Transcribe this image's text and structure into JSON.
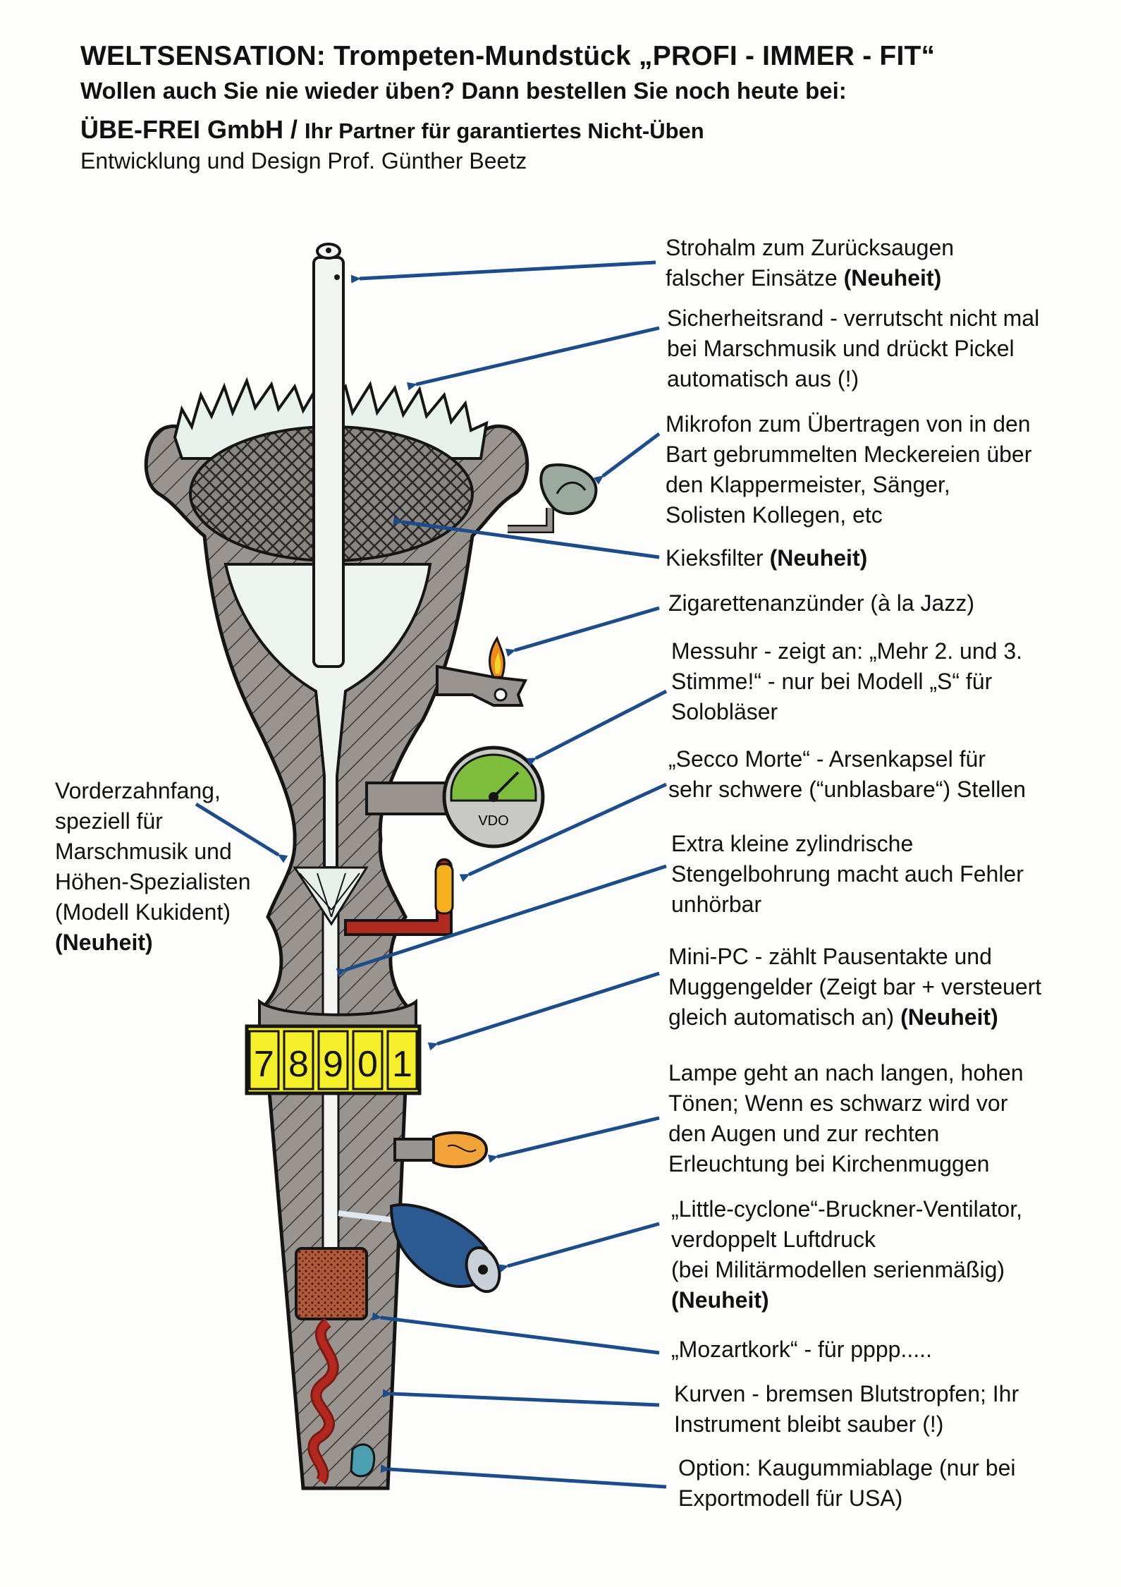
{
  "header": {
    "title": "WELTSENSATION: Trompeten-Mundstück „PROFI - IMMER - FIT“",
    "subtitle": "Wollen auch Sie nie wieder üben? Dann bestellen Sie noch heute bei:",
    "company": "ÜBE-FREI GmbH / ",
    "company_tagline": "Ihr Partner für garantiertes Nicht-Üben",
    "credit": "Entwicklung und Design Prof. Günther Beetz"
  },
  "labels": [
    {
      "id": "stroh",
      "text": "Strohalm zum Zurücksaugen\nfalscher Einsätze ",
      "bold": "(Neuheit)"
    },
    {
      "id": "sicher",
      "text": "Sicherheitsrand - verrutscht nicht mal\nbei Marschmusik und drückt Pickel\nautomatisch aus (!)",
      "bold": ""
    },
    {
      "id": "mikro",
      "text": "Mikrofon zum Übertragen von in den\nBart gebrummelten Meckereien über\nden Klappermeister, Sänger,\nSolisten Kollegen, etc",
      "bold": ""
    },
    {
      "id": "kieks",
      "text": "Kieksfilter ",
      "bold": "(Neuheit)"
    },
    {
      "id": "ziga",
      "text": "Zigarettenanzünder (à la Jazz)",
      "bold": ""
    },
    {
      "id": "mess",
      "text": "Messuhr - zeigt an: „Mehr 2. und 3.\nStimme!“ - nur bei Modell „S“ für\nSolobläser",
      "bold": ""
    },
    {
      "id": "secco",
      "text": "„Secco Morte“ - Arsenkapsel für\nsehr schwere (“unblasbare“) Stellen",
      "bold": ""
    },
    {
      "id": "extra",
      "text": "Extra kleine zylindrische\nStengelbohrung macht auch Fehler\nunhörbar",
      "bold": ""
    },
    {
      "id": "minipc",
      "text": "Mini-PC - zählt Pausentakte und\nMuggengelder (Zeigt bar + versteuert\ngleich automatisch an) ",
      "bold": "(Neuheit)"
    },
    {
      "id": "lampe",
      "text": "Lampe geht an nach langen, hohen\nTönen; Wenn es schwarz wird vor\nden Augen und zur rechten\nErleuchtung bei Kirchenmuggen",
      "bold": ""
    },
    {
      "id": "little",
      "text": "„Little-cyclone“-Bruckner-Ventilator,\nverdoppelt Luftdruck\n(bei Militärmodellen serienmäßig)\n",
      "bold": "(Neuheit)"
    },
    {
      "id": "mozart",
      "text": "„Mozartkork“ - für pppp.....",
      "bold": ""
    },
    {
      "id": "kurven",
      "text": "Kurven - bremsen Blutstropfen; Ihr\nInstrument bleibt sauber (!)",
      "bold": ""
    },
    {
      "id": "option",
      "text": "Option: Kaugummiablage (nur bei\nExportmodell für USA)",
      "bold": ""
    },
    {
      "id": "vorder",
      "text": "Vorderzahnfang,\nspeziell für\nMarschmusik und\nHöhen-Spezialisten\n(Modell Kukident)\n",
      "bold": "(Neuheit)"
    }
  ],
  "counter_digits": [
    "7",
    "8",
    "9",
    "0",
    "1"
  ],
  "gauge_text": "VDO",
  "colors": {
    "body_gray": "#9a9490",
    "hatch": "#3a3632",
    "outline": "#151515",
    "arrow": "#1c4d8a",
    "counter_yellow": "#f5ef2a",
    "gauge_green": "#7fbe3c",
    "blood_red": "#a8261c",
    "cork_brown": "#b0583a",
    "lamp_orange": "#f2a43a",
    "fan_blue": "#2a5a90",
    "gum_teal": "#4aa0b0"
  },
  "icons": [
    "straw-icon",
    "safety-rim-icon",
    "microphone-icon",
    "lighter-flame-icon",
    "gauge-icon",
    "arsenic-capsule-icon",
    "counter-icon",
    "lamp-icon",
    "fan-icon",
    "cork-icon",
    "blood-curve-icon",
    "gum-icon"
  ]
}
